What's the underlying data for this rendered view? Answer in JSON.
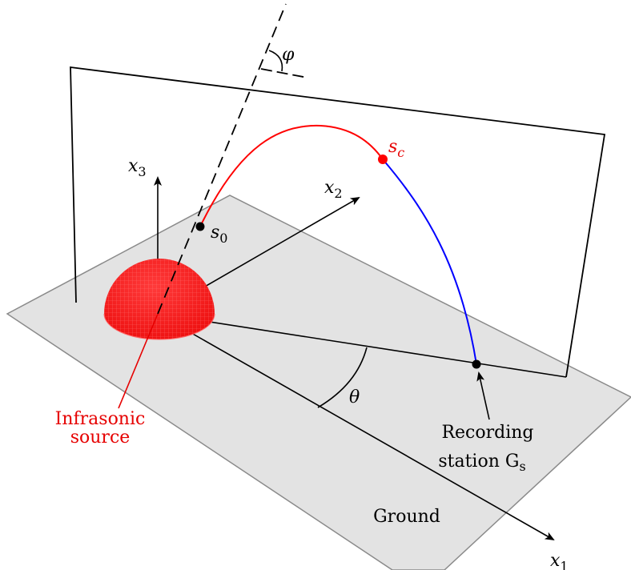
{
  "labels": {
    "x1": "x",
    "x1_sub": "1",
    "x2": "x",
    "x2_sub": "2",
    "x3": "x",
    "x3_sub": "3",
    "s0": "s",
    "s0_sub": "0",
    "sc": "s",
    "sc_sub": "c",
    "phi": "φ",
    "theta": "θ",
    "source_line1": "Infrasonic",
    "source_line2": "source",
    "station_line1": "Recording",
    "station_line2": "station G",
    "station_sub": "s",
    "ground": "Ground"
  },
  "colors": {
    "ground_fill": "#e3e3e3",
    "ground_stroke": "#8a8a8a",
    "upward_ray": "#ff0000",
    "downward_ray": "#0000ff",
    "source_dome": "#ff0000",
    "text_red": "#e60000"
  }
}
